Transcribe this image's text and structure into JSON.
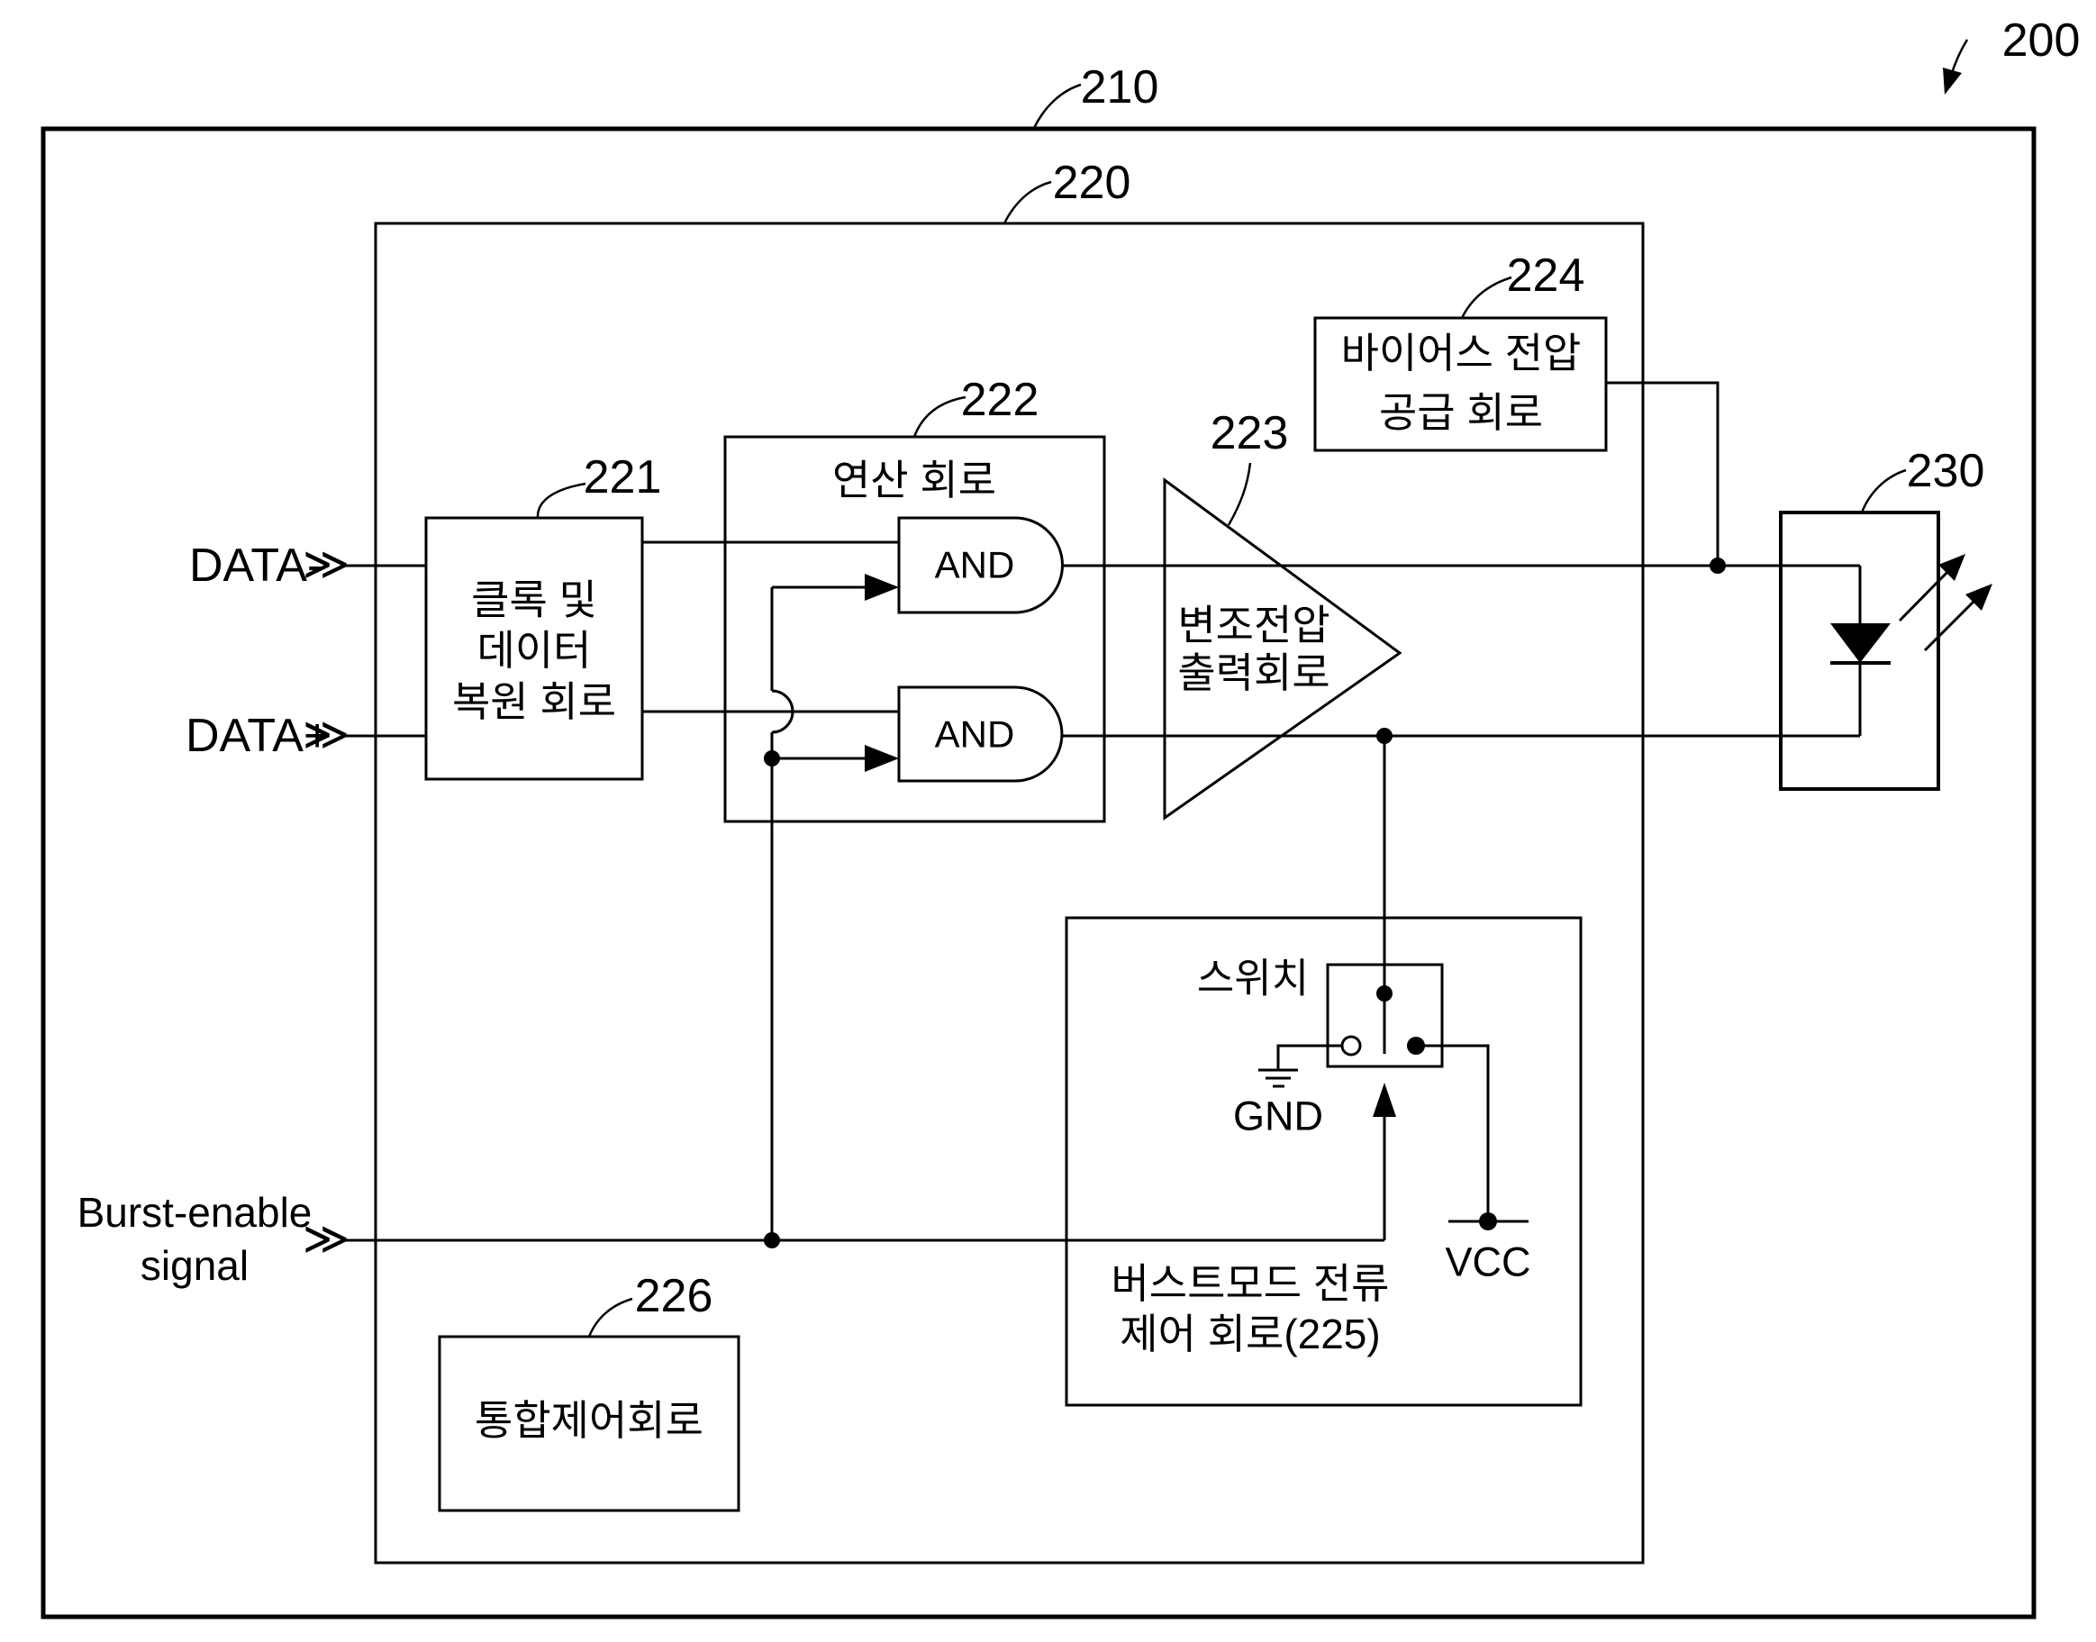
{
  "refs": {
    "system": "200",
    "module": "210",
    "chip": "220",
    "cdr": "221",
    "logic": "222",
    "amp": "223",
    "bias": "224",
    "integrated": "226",
    "tosa": "230"
  },
  "blocks": {
    "cdr": {
      "line1": "클록 및",
      "line2": "데이터",
      "line3": "복원 회로"
    },
    "logic": {
      "title": "연산 회로",
      "gate1": "AND",
      "gate2": "AND"
    },
    "amp": {
      "line1": "변조전압",
      "line2": "출력회로"
    },
    "bias": {
      "line1": "바이어스 전압",
      "line2": "공급 회로"
    },
    "burst_ctrl": {
      "line1": "버스트모드 전류",
      "line2": "제어 회로(225)"
    },
    "integrated": {
      "label": "통합제어회로"
    },
    "switch": {
      "label": "스위치"
    }
  },
  "signals": {
    "data_minus": "DATA-",
    "data_plus": "DATA+",
    "burst_line1": "Burst-enable",
    "burst_line2": "signal",
    "gnd": "GND",
    "vcc": "VCC",
    "chevron": "≫"
  },
  "colors": {
    "line": "#000000",
    "background": "#ffffff"
  }
}
